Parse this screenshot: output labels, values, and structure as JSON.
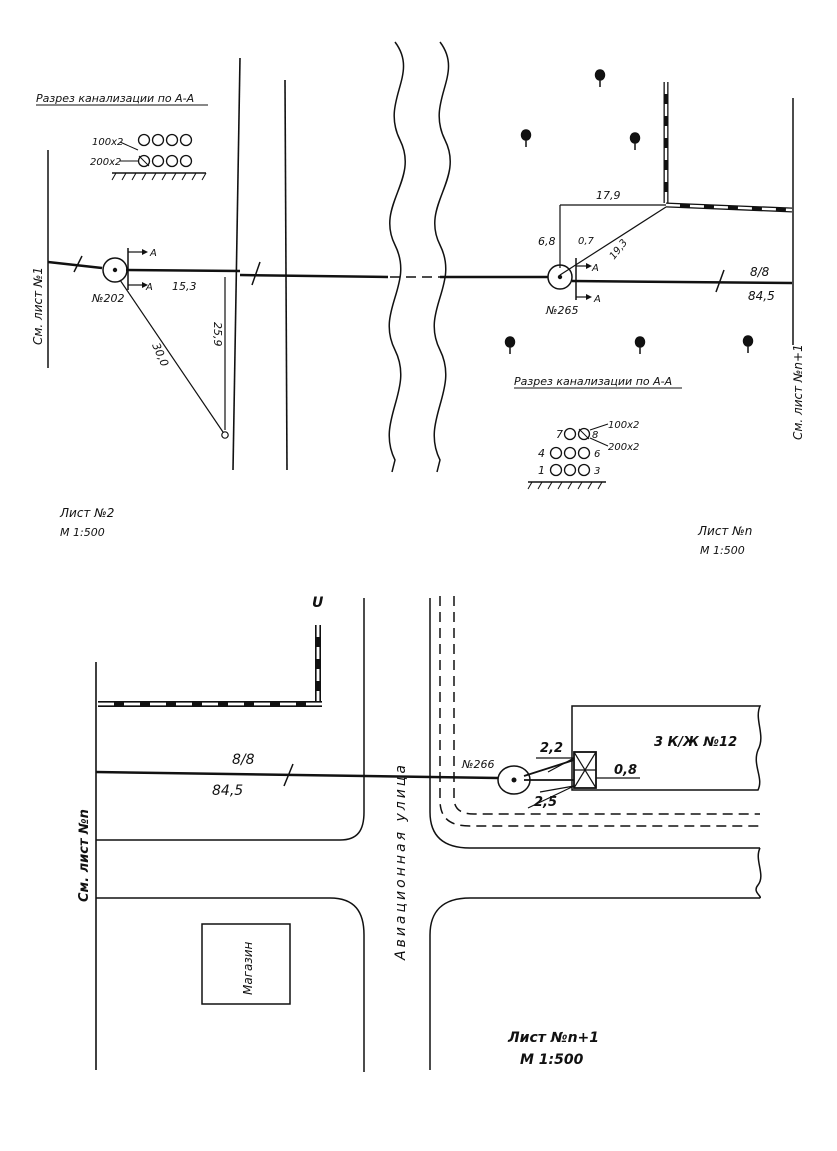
{
  "sheet2": {
    "section_title": "Разрез канализации по А-А",
    "pipe_label_100": "100х2",
    "pipe_label_200": "200х2",
    "side_label": "См. лист №1",
    "well_number": "№202",
    "arrow_label": "А",
    "dim_15_3": "15,3",
    "dim_30_0": "30,0",
    "dim_25_9": "25,9",
    "sheet_name": "Лист №2",
    "scale": "М 1:500"
  },
  "sheetN": {
    "side_label": "См. лист №n+1",
    "well_number": "№265",
    "dim_17_9": "17,9",
    "dim_6_8": "6,8",
    "dim_0_7": "0,7",
    "dim_19_3": "19,3",
    "arrow_label": "А",
    "frac_top": "8/8",
    "frac_bottom": "84,5",
    "section_title": "Разрез канализации по А-А",
    "pipe_label_100": "100х2",
    "pipe_label_200": "200х2",
    "num_7": "7",
    "num_8": "8",
    "num_4": "4",
    "num_6": "6",
    "num_1": "1",
    "num_3": "3",
    "sheet_name": "Лист №n",
    "scale": "М 1:500"
  },
  "sheetN1": {
    "side_label": "См. лист №n",
    "frac_top": "8/8",
    "frac_bottom": "84,5",
    "street_name": "Авиационная улица",
    "well_number": "№266",
    "dim_2_2": "2,2",
    "dim_2_5": "2,5",
    "dim_0_8": "0,8",
    "building_label": "3 К/Ж №12",
    "shop_label": "Магазин",
    "sheet_name": "Лист №n+1",
    "scale": "М 1:500",
    "top_mark": "U"
  }
}
